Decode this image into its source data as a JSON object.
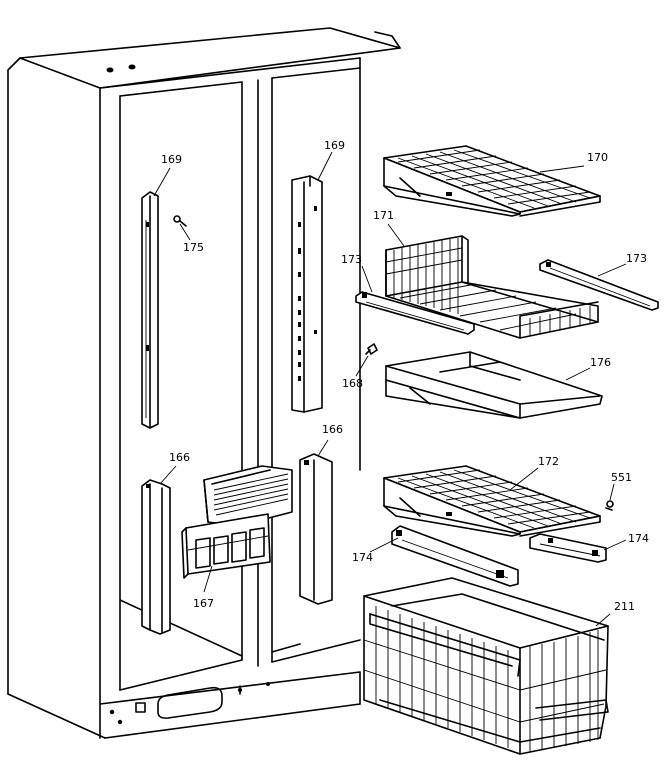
{
  "diagram": {
    "part_labels": [
      {
        "id": "169a",
        "text": "169"
      },
      {
        "id": "175",
        "text": "175"
      },
      {
        "id": "169b",
        "text": "169"
      },
      {
        "id": "170",
        "text": "170"
      },
      {
        "id": "171",
        "text": "171"
      },
      {
        "id": "173a",
        "text": "173"
      },
      {
        "id": "173b",
        "text": "173"
      },
      {
        "id": "168",
        "text": "168"
      },
      {
        "id": "176",
        "text": "176"
      },
      {
        "id": "166a",
        "text": "166"
      },
      {
        "id": "166b",
        "text": "166"
      },
      {
        "id": "172",
        "text": "172"
      },
      {
        "id": "551",
        "text": "551"
      },
      {
        "id": "174a",
        "text": "174"
      },
      {
        "id": "174b",
        "text": "174"
      },
      {
        "id": "167",
        "text": "167"
      },
      {
        "id": "211",
        "text": "211"
      }
    ]
  }
}
